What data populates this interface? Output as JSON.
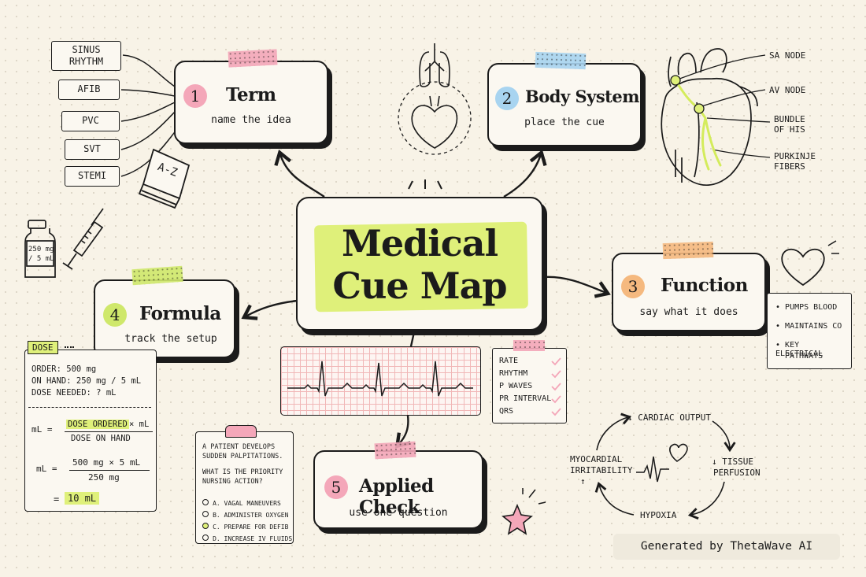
{
  "title": {
    "line1": "Medical",
    "line2": "Cue Map"
  },
  "cards": {
    "term": {
      "num": "1",
      "title": "Term",
      "subtitle": "name the idea"
    },
    "body_system": {
      "num": "2",
      "title": "Body System",
      "subtitle": "place the cue"
    },
    "function": {
      "num": "3",
      "title": "Function",
      "subtitle": "say what it does"
    },
    "formula": {
      "num": "4",
      "title": "Formula",
      "subtitle": "track the setup"
    },
    "applied_check": {
      "num": "5",
      "title": "Applied Check",
      "subtitle": "use one question"
    }
  },
  "term_tags": [
    "SINUS RHYTHM",
    "AFIB",
    "PVC",
    "SVT",
    "STEMI"
  ],
  "book_label": "A-Z",
  "vial_label": {
    "line1": "250 mg",
    "line2": "/ 5 mL"
  },
  "heart_labels": {
    "sa": "SA NODE",
    "av": "AV NODE",
    "bundle1": "BUNDLE",
    "bundle2": "OF HIS",
    "purk1": "PURKINJE",
    "purk2": "FIBERS"
  },
  "function_list": [
    {
      "line1": "PUMPS BLOOD",
      "line2": ""
    },
    {
      "line1": "MAINTAINS CO",
      "line2": ""
    },
    {
      "line1": "KEY ELECTRICAL",
      "line2": "PATHWAYS"
    }
  ],
  "dose": {
    "tag": "DOSE",
    "order": "ORDER: 500 mg",
    "on_hand": "ON HAND: 250 mg / 5 mL",
    "needed": "DOSE NEEDED: ? mL",
    "f1_lhs": "mL =",
    "f1_num": "DOSE ORDERED",
    "f1_mult": "× mL",
    "f1_den": "DOSE ON HAND",
    "f2_lhs": "mL =",
    "f2_num": "500 mg × 5 mL",
    "f2_den": "250 mg",
    "result_eq": "=",
    "result": "10 mL"
  },
  "checklist": [
    "RATE",
    "RHYTHM",
    "P WAVES",
    "PR INTERVAL",
    "QRS"
  ],
  "question": {
    "stem1": "A PATIENT DEVELOPS",
    "stem2": "SUDDEN PALPITATIONS.",
    "ask1": "WHAT IS THE PRIORITY",
    "ask2": "NURSING ACTION?",
    "options": [
      "A. VAGAL MANEUVERS",
      "B. ADMINISTER OXYGEN",
      "C. PREPARE FOR DEFIB",
      "D. INCREASE IV FLUIDS"
    ],
    "selected_index": 2
  },
  "cycle": {
    "top": "↓ CARDIAC OUTPUT",
    "right1": "↓ TISSUE",
    "right2": "PERFUSION",
    "bottom": "HYPOXIA",
    "left1": "MYOCARDIAL",
    "left2": "IRRITABILITY",
    "left_arrow": "↑"
  },
  "footer": "Generated by ThetaWave AI",
  "colors": {
    "ink": "#1b1b1b",
    "paper": "#f8f3e7",
    "highlight": "#dff07a",
    "pink": "#f4a7b9",
    "blue": "#a8d4f0",
    "orange": "#f5b97f",
    "green": "#cfe86b",
    "ecg_grid": "#f1b7b7"
  }
}
